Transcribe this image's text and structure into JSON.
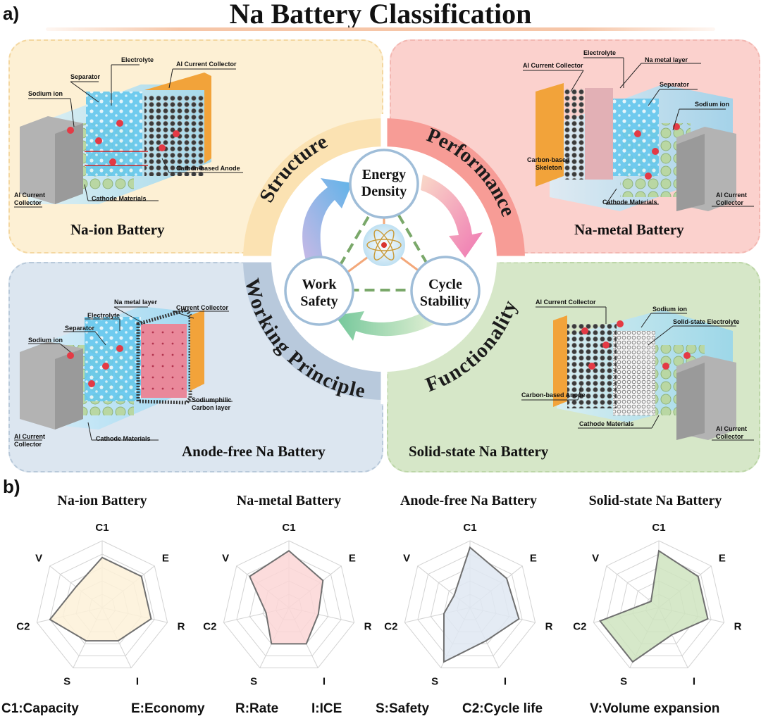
{
  "panel_a_label": "a)",
  "panel_b_label": "b)",
  "title": "Na Battery Classification",
  "colors": {
    "structure": "#fbe2b2",
    "performance": "#f79c96",
    "working_principle": "#b8c9dc",
    "functionality": "#dcebd0",
    "circle_border": "#9fbdd8"
  },
  "center": {
    "ring_labels": {
      "structure": "Structure",
      "performance": "Performance",
      "working_principle": "Working Principle",
      "functionality": "Functionality"
    },
    "nodes": {
      "energy_line1": "Energy",
      "energy_line2": "Density",
      "cycle_line1": "Cycle",
      "cycle_line2": "Stability",
      "safety_line1": "Work",
      "safety_line2": "Safety"
    }
  },
  "batteries": {
    "na_ion": {
      "name": "Na-ion Battery",
      "labels": {
        "electrolyte": "Electrolyte",
        "al_cc_top": "Al Current Collector",
        "separator": "Separator",
        "sodium_ion": "Sodium ion",
        "anode": "Carbon-based Anode",
        "al_cc_bottom_1": "Al Current",
        "al_cc_bottom_2": "Collector",
        "cathode": "Cathode Materials"
      }
    },
    "na_metal": {
      "name": "Na-metal Battery",
      "labels": {
        "electrolyte": "Electrolyte",
        "na_layer": "Na metal layer",
        "al_cc_top": "Al Current Collector",
        "separator": "Separator",
        "sodium_ion": "Sodium ion",
        "skeleton_1": "Carbon-based",
        "skeleton_2": "Skeleton",
        "cathode": "Cathode Materials",
        "al_cc_bottom_1": "Al Current",
        "al_cc_bottom_2": "Collector"
      }
    },
    "anode_free": {
      "name": "Anode-free Na Battery",
      "labels": {
        "na_layer": "Na metal layer",
        "current_collector": "Current Collector",
        "electrolyte": "Electrolyte",
        "separator": "Separator",
        "sodium_ion": "Sodium ion",
        "sodiumphilic_1": "Sodiumphilic",
        "sodiumphilic_2": "Carbon layer",
        "al_cc_bottom_1": "Al Current",
        "al_cc_bottom_2": "Collector",
        "cathode": "Cathode Materials"
      }
    },
    "solid_state": {
      "name": "Solid-state Na Battery",
      "labels": {
        "al_cc_top": "Al Current Collector",
        "sodium_ion": "Sodium ion",
        "solid_electrolyte": "Solid-state Electrolyte",
        "anode": "Carbon-based Anode",
        "cathode": "Cathode Materials",
        "al_cc_bottom_1": "Al Current",
        "al_cc_bottom_2": "Collector"
      }
    }
  },
  "chart_data": [
    {
      "type": "radar",
      "title": "Na-ion Battery",
      "axes": [
        "C1",
        "E",
        "R",
        "I",
        "S",
        "C2",
        "V"
      ],
      "values": [
        0.75,
        0.75,
        0.75,
        0.55,
        0.55,
        0.8,
        0.5
      ],
      "max": 1,
      "fill": "#fdf1d8",
      "stroke": "#707070"
    },
    {
      "type": "radar",
      "title": "Na-metal Battery",
      "axes": [
        "C1",
        "E",
        "R",
        "I",
        "S",
        "C2",
        "V"
      ],
      "values": [
        0.85,
        0.65,
        0.45,
        0.6,
        0.6,
        0.35,
        0.75
      ],
      "max": 1,
      "fill": "#fbd6d6",
      "stroke": "#707070"
    },
    {
      "type": "radar",
      "title": "Anode-free Na Battery",
      "axes": [
        "C1",
        "E",
        "R",
        "I",
        "S",
        "C2",
        "V"
      ],
      "values": [
        0.9,
        0.7,
        0.75,
        0.55,
        0.9,
        0.4,
        0.3
      ],
      "max": 1,
      "fill": "#dfe8f2",
      "stroke": "#707070"
    },
    {
      "type": "radar",
      "title": "Solid-state Na Battery",
      "axes": [
        "C1",
        "E",
        "R",
        "I",
        "S",
        "C2",
        "V"
      ],
      "values": [
        0.85,
        0.75,
        0.75,
        0.45,
        0.9,
        0.9,
        0.15
      ],
      "max": 1,
      "fill": "#cfe4bf",
      "stroke": "#707070"
    }
  ],
  "legend": [
    "C1:Capacity",
    "E:Economy",
    "R:Rate",
    "I:ICE",
    "S:Safety",
    "C2:Cycle life",
    "V:Volume expansion"
  ]
}
